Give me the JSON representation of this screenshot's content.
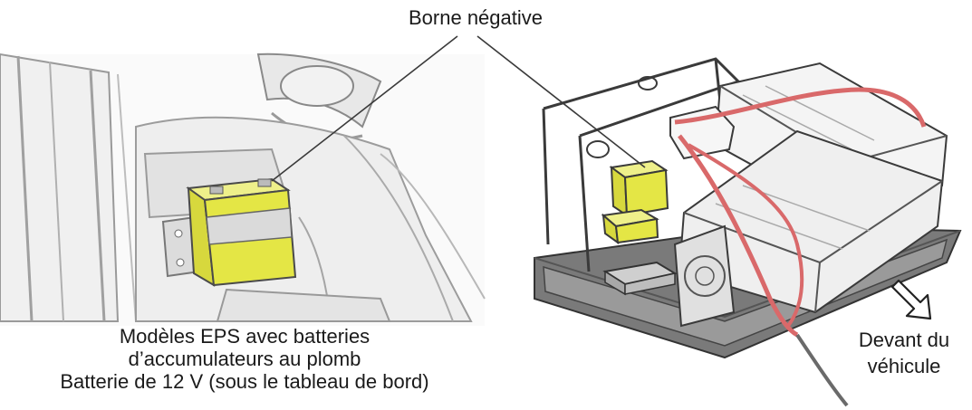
{
  "labels": {
    "negative_terminal": "Borne négative",
    "caption_line1": "Modèles EPS avec batteries",
    "caption_line2": "d’accumulateurs au plomb",
    "caption_line3": "Batterie de 12 V (sous le tableau de bord)",
    "front_line1": "Devant du",
    "front_line2": "véhicule"
  },
  "colors": {
    "battery_yellow": "#e4e645",
    "cable_red": "#d9696a",
    "line_gray": "#3a3a3a",
    "panel_gray": "#dcdcdc",
    "tray_dark": "#6b6b6b"
  },
  "icons": {
    "front_direction": "arrow-down-right-icon"
  }
}
